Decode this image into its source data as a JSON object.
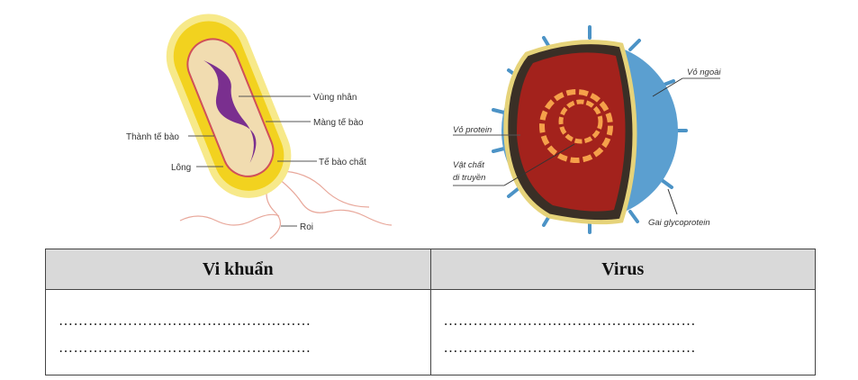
{
  "bacteria_figure": {
    "labels": {
      "nucleoid": "Vùng nhân",
      "cell_membrane": "Màng tế bào",
      "cell_wall": "Thành tế bào",
      "pili": "Lông",
      "cytoplasm": "Tế bào chất",
      "flagellum": "Roi"
    }
  },
  "virus_figure": {
    "labels": {
      "envelope": "Vỏ ngoài",
      "capsid": "Vỏ protein",
      "genetic_material_line1": "Vật chất",
      "genetic_material_line2": "di truyền",
      "glycoprotein_spike": "Gai glycoprotein"
    }
  },
  "table": {
    "headers": [
      "Vi khuẩn",
      "Virus"
    ],
    "rows": [
      [
        "……………………………………………",
        "……………………………………………"
      ],
      [
        "……………………………………………",
        "……………………………………………"
      ]
    ]
  }
}
